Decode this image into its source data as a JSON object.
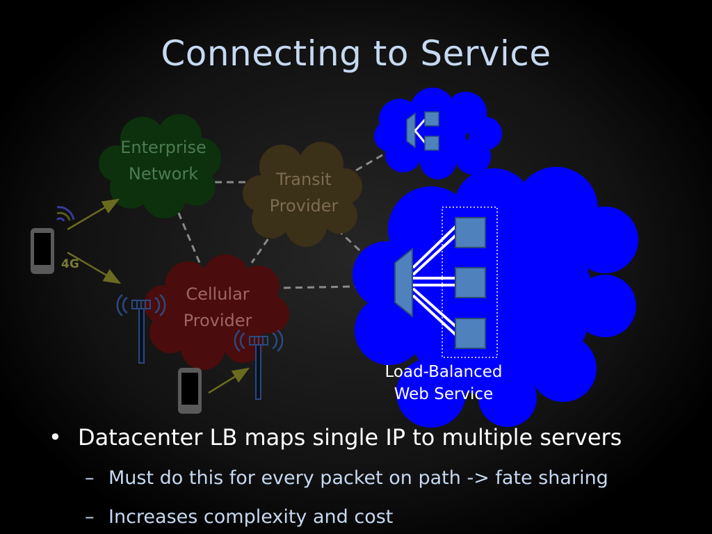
{
  "slide": {
    "title": "Connecting to Service"
  },
  "diagram": {
    "clouds": {
      "enterprise": {
        "label": "Enterprise Network",
        "line1": "Enterprise",
        "line2": "Network",
        "color": "#0d300d"
      },
      "transit": {
        "label": "Transit Provider",
        "line1": "Transit",
        "line2": "Provider",
        "color": "#3b3018"
      },
      "cellular": {
        "label": "Cellular Provider",
        "line1": "Cellular",
        "line2": "Provider",
        "color": "#4a0c0c"
      },
      "small_service": {
        "color": "#0000ff"
      },
      "load_balanced": {
        "label": "Load-Balanced Web Service",
        "line1": "Load-Balanced",
        "line2": "Web Service",
        "color": "#0000ff"
      }
    },
    "connection_badge": "4G",
    "icons": [
      "mobile-phone-icon",
      "wifi-signal-icon",
      "cell-tower-icon",
      "load-balancer-icon",
      "server-icon"
    ],
    "colors": {
      "server_fill": "#4f81bd",
      "link_dashed": "#9a9a9a",
      "arrow": "#6b6b1f"
    }
  },
  "bullets": [
    {
      "mark": "•",
      "text": "Datacenter LB maps single IP to multiple servers",
      "sub": [
        {
          "mark": "–",
          "text": "Must do this for every packet on path -> fate sharing"
        },
        {
          "mark": "–",
          "text": "Increases complexity and cost"
        }
      ]
    }
  ]
}
